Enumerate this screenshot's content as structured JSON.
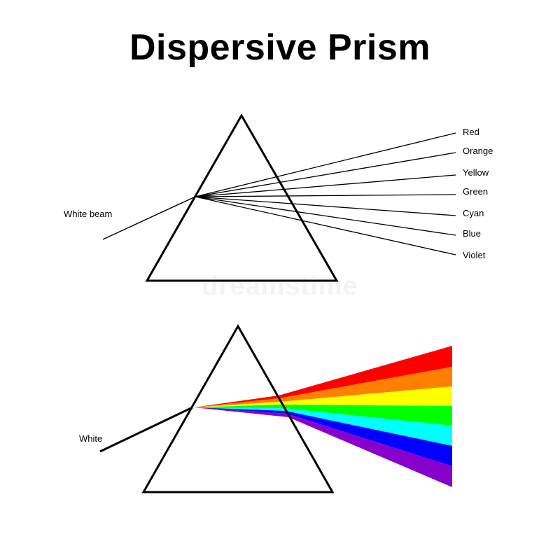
{
  "title": "Dispersive Prism",
  "watermark": "dreamstime",
  "top_diagram": {
    "beam_label": "White beam",
    "rays": [
      {
        "label": "Red"
      },
      {
        "label": "Orange"
      },
      {
        "label": "Yellow"
      },
      {
        "label": "Green"
      },
      {
        "label": "Cyan"
      },
      {
        "label": "Blue"
      },
      {
        "label": "Violet"
      }
    ]
  },
  "bottom_diagram": {
    "beam_label": "White",
    "bands": [
      {
        "color": "#ff0000"
      },
      {
        "color": "#ff8000"
      },
      {
        "color": "#ffff00"
      },
      {
        "color": "#00ff00"
      },
      {
        "color": "#00ffff"
      },
      {
        "color": "#0000ff"
      },
      {
        "color": "#8800cc"
      }
    ]
  }
}
